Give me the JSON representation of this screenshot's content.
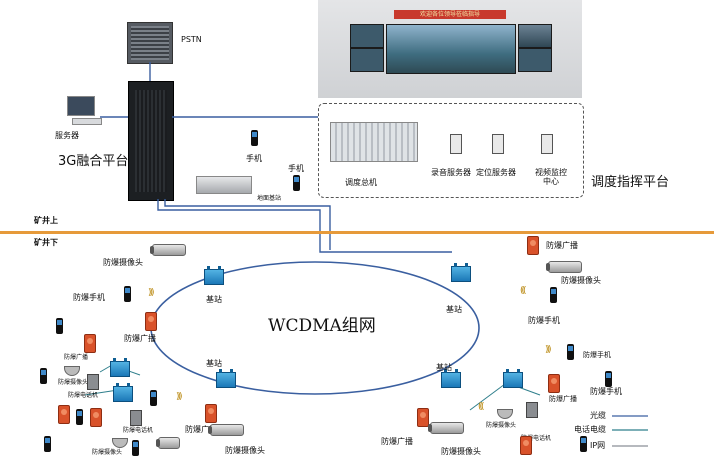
{
  "top": {
    "pstn": "PSTN",
    "server": "服务器",
    "platform_3g": "3G融合平台",
    "phone": "手机",
    "ground_base_station": "地面基站",
    "dispatch_console": "调度总机",
    "recording_server": "录音服务器",
    "positioning_server": "定位服务器",
    "video_monitor_center": "视频监控中心",
    "dispatch_platform": "调度指挥平台",
    "video_wall_banner": "欢迎各位领导莅临指导"
  },
  "divider": {
    "above": "矿井上",
    "below": "矿井下"
  },
  "underground": {
    "network_name": "WCDMA组网",
    "base_station": "基站",
    "ex_camera": "防爆摄像头",
    "ex_phone": "防爆手机",
    "ex_broadcast": "防爆广播",
    "ex_telephone": "防爆电话机"
  },
  "legend": [
    {
      "label": "光缆",
      "color": "#3a5fa0"
    },
    {
      "label": "电话电缆",
      "color": "#2f7f8c"
    },
    {
      "label": "IP网",
      "color": "#8a8f96"
    }
  ]
}
